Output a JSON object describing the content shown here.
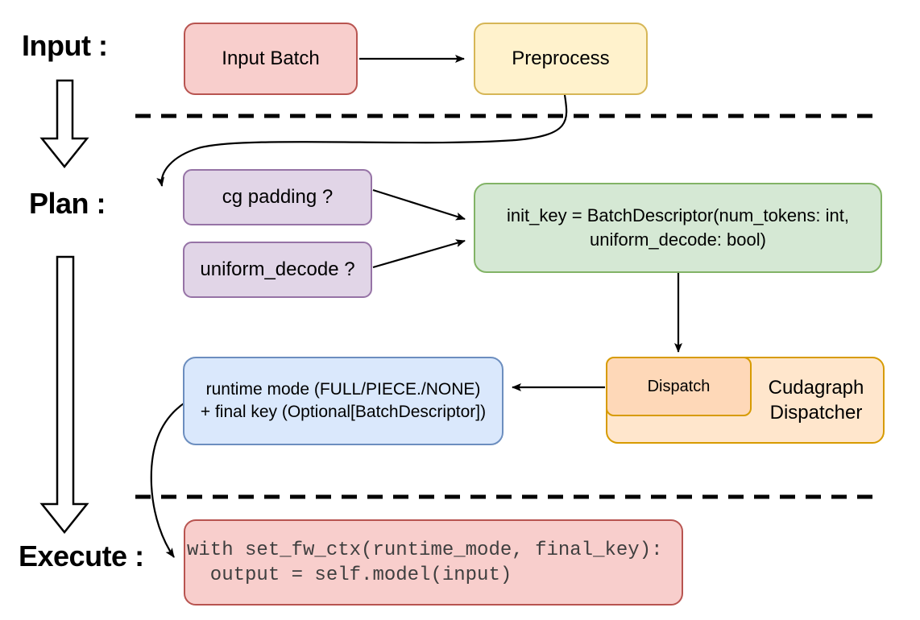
{
  "diagram": {
    "labels": {
      "input": "Input :",
      "plan": "Plan :",
      "execute": "Execute :"
    },
    "nodes": {
      "input_batch": {
        "text": "Input Batch",
        "fill": "#f8cecc",
        "stroke": "#b85450"
      },
      "preprocess": {
        "text": "Preprocess",
        "fill": "#fff2cc",
        "stroke": "#d6b656"
      },
      "cg_padding": {
        "text": "cg padding ?",
        "fill": "#e1d5e7",
        "stroke": "#9673a6"
      },
      "uniform_decode": {
        "text": "uniform_decode ?",
        "fill": "#e1d5e7",
        "stroke": "#9673a6"
      },
      "init_key": {
        "line1": "init_key = BatchDescriptor(num_tokens: int,",
        "line2": "uniform_decode: bool)",
        "fill": "#d5e8d4",
        "stroke": "#82b366"
      },
      "dispatch": {
        "text": "Dispatch",
        "fill": "#fed8b8",
        "stroke": "#d79b00"
      },
      "cudagraph_dispatcher": {
        "text": "Cudagraph Dispatcher",
        "fill": "#ffe6cc",
        "stroke": "#d79b00"
      },
      "runtime_result": {
        "line1": "runtime mode (FULL/PIECE./NONE)",
        "line2": "+ final key (Optional[BatchDescriptor])",
        "fill": "#dae8fc",
        "stroke": "#6c8ebf"
      },
      "execute_code": {
        "line1": "with set_fw_ctx(runtime_mode, final_key):",
        "line2": "  output = self.model(input)",
        "fill": "#f8cecc",
        "stroke": "#b85450"
      }
    },
    "connector_color": "#000000",
    "flow": [
      "Input Batch -> Preprocess",
      "Preprocess -> cg padding ?",
      "cg padding ? -> init_key",
      "uniform_decode ? -> init_key",
      "init_key -> Dispatch",
      "Dispatch -> runtime mode + final key",
      "runtime mode + final key -> execute code"
    ]
  }
}
